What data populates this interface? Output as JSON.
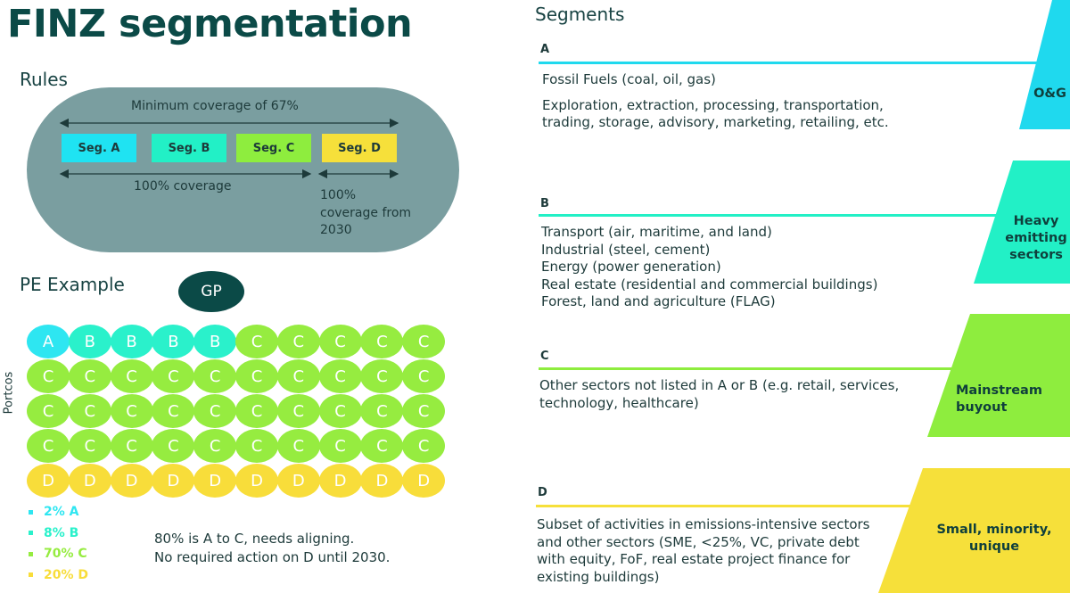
{
  "title": "FINZ segmentation",
  "rules": {
    "heading": "Rules",
    "min_coverage": "Minimum coverage of 67%",
    "segments": [
      {
        "label": "Seg. A",
        "color": "#1fe3f2"
      },
      {
        "label": "Seg. B",
        "color": "#22f0c6"
      },
      {
        "label": "Seg. C",
        "color": "#8eed3e"
      },
      {
        "label": "Seg. D",
        "color": "#f6e03a"
      }
    ],
    "coverage_100": "100% coverage",
    "coverage_2030_lines": [
      "100%",
      "coverage from",
      "2030"
    ]
  },
  "pe_example": {
    "heading": "PE Example",
    "gp_label": "GP",
    "axis_label": "Portcos",
    "rows": [
      [
        "A",
        "B",
        "B",
        "B",
        "B",
        "C",
        "C",
        "C",
        "C",
        "C"
      ],
      [
        "C",
        "C",
        "C",
        "C",
        "C",
        "C",
        "C",
        "C",
        "C",
        "C"
      ],
      [
        "C",
        "C",
        "C",
        "C",
        "C",
        "C",
        "C",
        "C",
        "C",
        "C"
      ],
      [
        "C",
        "C",
        "C",
        "C",
        "C",
        "C",
        "C",
        "C",
        "C",
        "C"
      ],
      [
        "D",
        "D",
        "D",
        "D",
        "D",
        "D",
        "D",
        "D",
        "D",
        "D"
      ]
    ],
    "circle_colors": {
      "A": "#2ee6f1",
      "B": "#2af1cb",
      "C": "#96ec40",
      "D": "#f8dd3a"
    },
    "legend": [
      {
        "label": "2% A",
        "color": "#2ee6f1"
      },
      {
        "label": "8% B",
        "color": "#2af1cb"
      },
      {
        "label": "70% C",
        "color": "#96ec40"
      },
      {
        "label": "20% D",
        "color": "#f8dd3a"
      }
    ],
    "note_lines": [
      "80% is A to C, needs aligning.",
      "No required action on D until 2030."
    ]
  },
  "segments_panel": {
    "heading": "Segments",
    "sections": [
      {
        "letter": "A",
        "color": "#1fd9ee",
        "lines": [
          "Fossil Fuels (coal, oil, gas)",
          "",
          "Exploration, extraction, processing, transportation,",
          "trading, storage, advisory, marketing, retailing, etc."
        ],
        "tag_lines": [
          "O&G"
        ]
      },
      {
        "letter": "B",
        "color": "#22f0c6",
        "lines": [
          "Transport (air, maritime, and land)",
          "Industrial (steel, cement)",
          "Energy (power generation)",
          "Real estate (residential and commercial buildings)",
          "Forest, land and agriculture (FLAG)"
        ],
        "tag_lines": [
          "Heavy",
          "emitting",
          "sectors"
        ]
      },
      {
        "letter": "C",
        "color": "#8eed3e",
        "lines": [
          "Other sectors not listed in A or B (e.g. retail, services,",
          "technology, healthcare)"
        ],
        "tag_lines": [
          "Mainstream",
          "buyout"
        ]
      },
      {
        "letter": "D",
        "color": "#f6e03a",
        "lines": [
          "Subset of activities in emissions-intensive sectors",
          "and other sectors (SME, <25%, VC, private debt",
          "with equity, FoF, real estate project finance for",
          "existing buildings)"
        ],
        "tag_lines": [
          "Small, minority,",
          "unique"
        ]
      }
    ]
  }
}
